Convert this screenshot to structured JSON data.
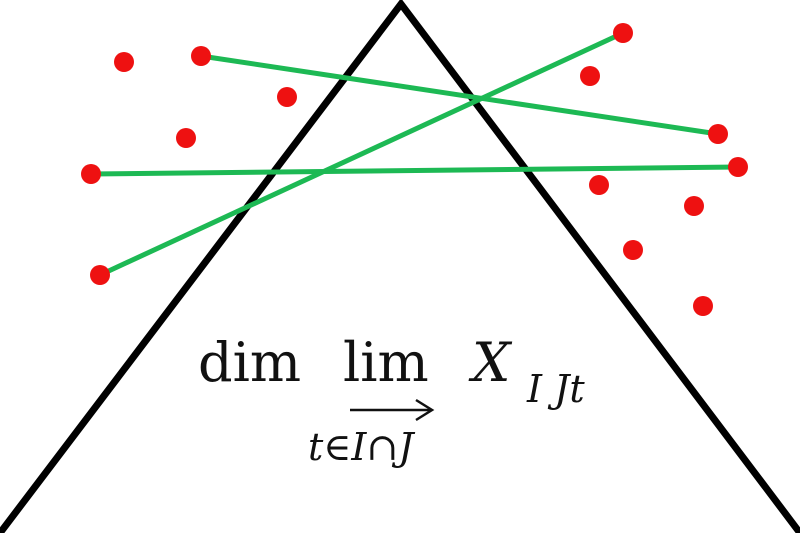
{
  "colors": {
    "background": "#ffffff",
    "triangle": "#000000",
    "segment": "#1db954",
    "point": "#ee1111",
    "text": "#111111"
  },
  "formula": {
    "dim": "dim",
    "lim": "lim",
    "variable": "X",
    "variable_subscript": "I Jt",
    "limit_subscript": "t∈I∩J",
    "arrow": "rightwards-arrow-under-lim"
  }
}
